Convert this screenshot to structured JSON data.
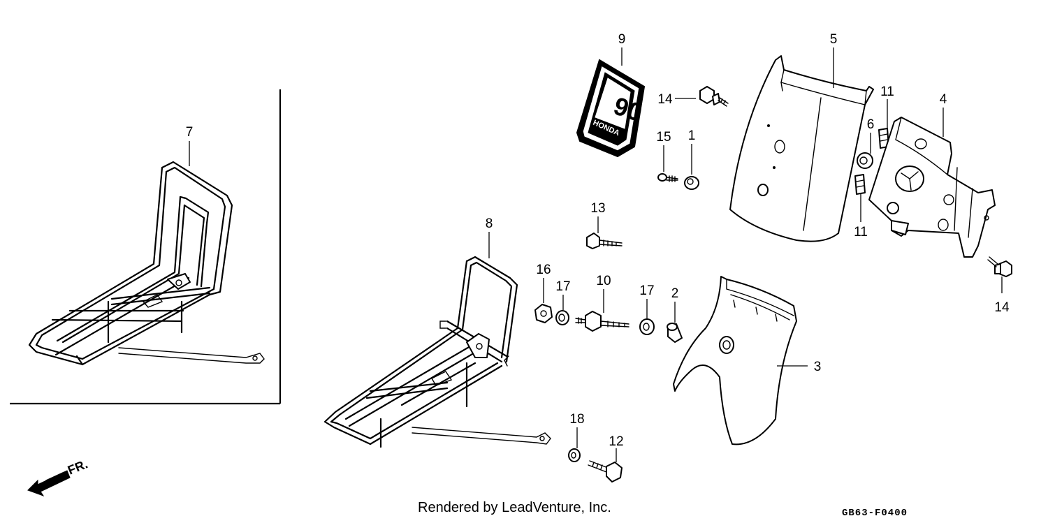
{
  "diagram": {
    "callouts": {
      "c1": "1",
      "c2": "2",
      "c3": "3",
      "c4": "4",
      "c5": "5",
      "c6": "6",
      "c7": "7",
      "c8": "8",
      "c9": "9",
      "c10": "10",
      "c11a": "11",
      "c11b": "11",
      "c12": "12",
      "c13": "13",
      "c14a": "14",
      "c14b": "14",
      "c15": "15",
      "c16": "16",
      "c17a": "17",
      "c17b": "17",
      "c18": "18"
    },
    "emblem_text": "90",
    "emblem_brand": "HONDA",
    "direction_label": "FR."
  },
  "footer": {
    "credit": "Rendered by LeadVenture, Inc.",
    "code": "GB63-F0400"
  }
}
